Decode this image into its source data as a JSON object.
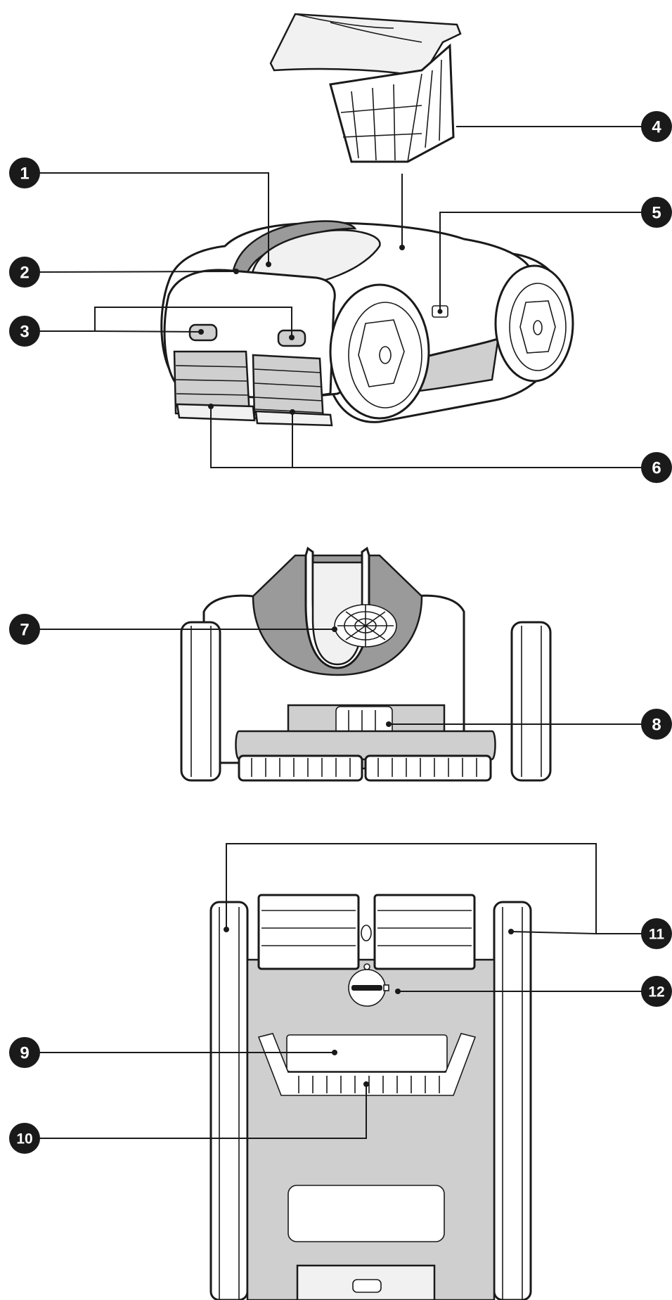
{
  "callouts": [
    {
      "id": "1",
      "label": "1"
    },
    {
      "id": "2",
      "label": "2"
    },
    {
      "id": "3",
      "label": "3"
    },
    {
      "id": "4",
      "label": "4"
    },
    {
      "id": "5",
      "label": "5"
    },
    {
      "id": "6",
      "label": "6"
    },
    {
      "id": "7",
      "label": "7"
    },
    {
      "id": "8",
      "label": "8"
    },
    {
      "id": "9",
      "label": "9"
    },
    {
      "id": "10",
      "label": "10"
    },
    {
      "id": "11",
      "label": "11"
    },
    {
      "id": "12",
      "label": "12"
    }
  ],
  "colors": {
    "ink": "#1a1a1a",
    "badge": "#1a1a1a",
    "body_grey": "#cfcfcf",
    "accent_grey": "#9a9a9a"
  }
}
